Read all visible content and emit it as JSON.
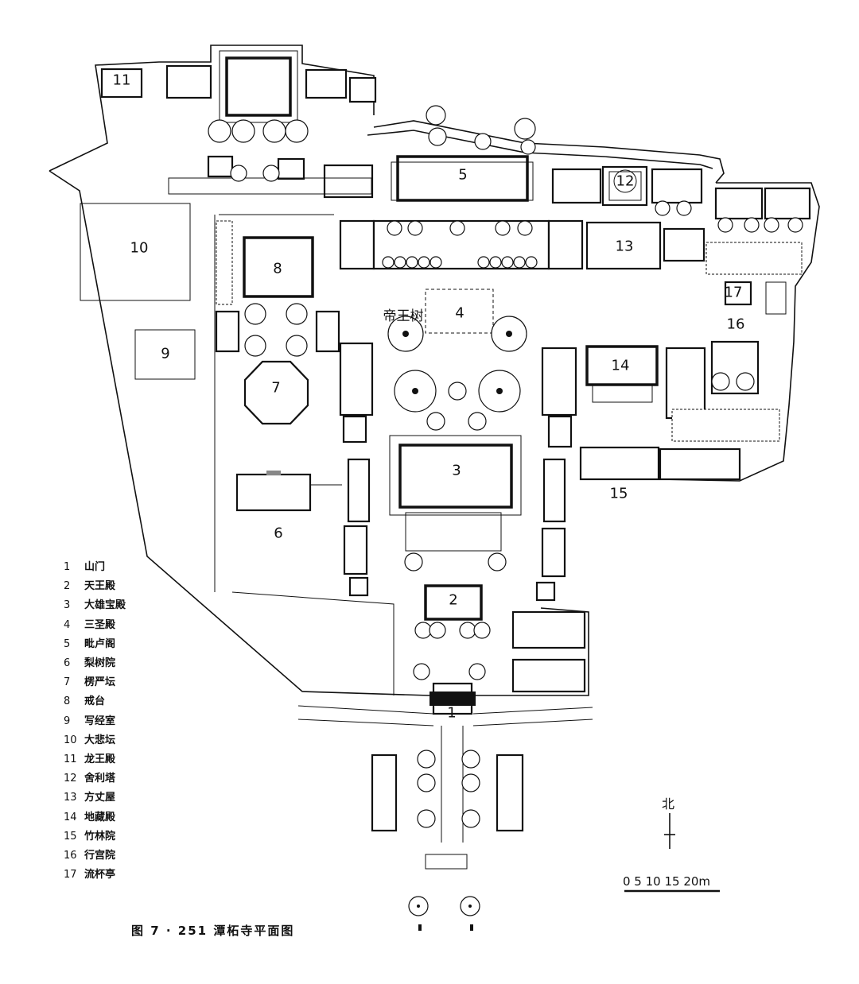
{
  "building_numbers": [
    "1",
    "2",
    "3",
    "4",
    "5",
    "6",
    "7",
    "8",
    "9",
    "10",
    "11",
    "12",
    "13",
    "14",
    "15",
    "16",
    "17"
  ],
  "tree_label": "帝王树",
  "legend": [
    {
      "num": "1",
      "name": "山门"
    },
    {
      "num": "2",
      "name": "天王殿"
    },
    {
      "num": "3",
      "name": "大雄宝殿"
    },
    {
      "num": "4",
      "name": "三圣殿"
    },
    {
      "num": "5",
      "name": "毗卢阁"
    },
    {
      "num": "6",
      "name": "梨树院"
    },
    {
      "num": "7",
      "name": "楞严坛"
    },
    {
      "num": "8",
      "name": "戒台"
    },
    {
      "num": "9",
      "name": "写经室"
    },
    {
      "num": "10",
      "name": "大悲坛"
    },
    {
      "num": "11",
      "name": "龙王殿"
    },
    {
      "num": "12",
      "name": "舍利塔"
    },
    {
      "num": "13",
      "name": "方丈屋"
    },
    {
      "num": "14",
      "name": "地藏殿"
    },
    {
      "num": "15",
      "name": "竹林院"
    },
    {
      "num": "16",
      "name": "行宫院"
    },
    {
      "num": "17",
      "name": "流杯亭"
    }
  ],
  "caption": "图 7 · 251  潭柘寺平面图",
  "north_label": "北",
  "scale_ticks": "0  5 10 15 20m",
  "colors": {
    "ink": "#111111",
    "paper": "#ffffff"
  }
}
